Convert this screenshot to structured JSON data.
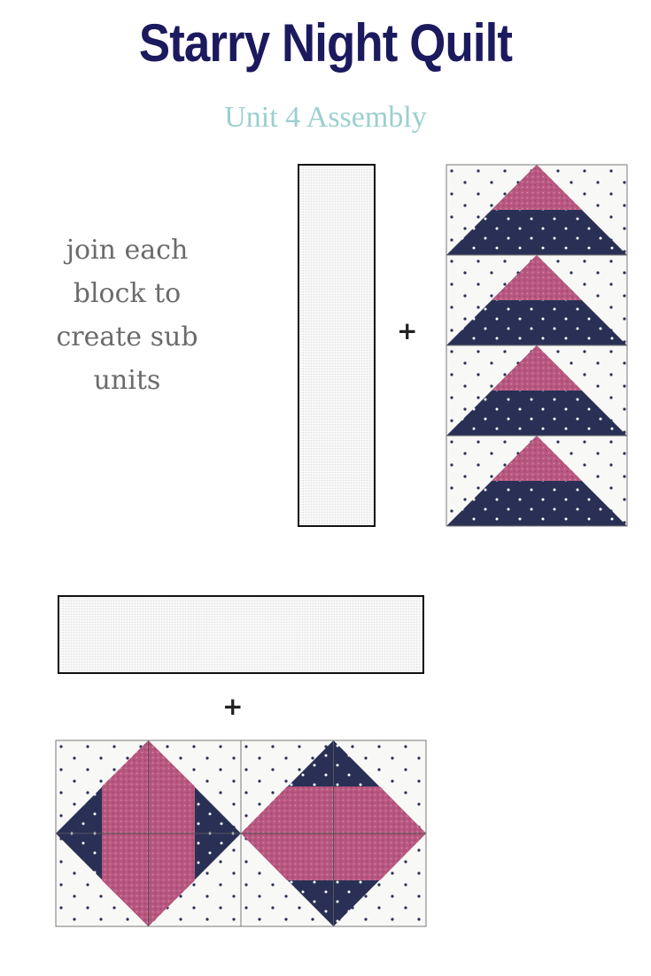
{
  "title": "Starry Night Quilt",
  "subtitle": "Unit 4 Assembly",
  "instruction": "join each block to create sub units",
  "plus_symbol": "+",
  "colors": {
    "title": "#1c1a5e",
    "subtitle": "#9ccfcf",
    "navy_fabric": "#2a3055",
    "pink_fabric": "#b8577f",
    "background_fabric": "#f8f8f6",
    "dot": "#2a3055"
  }
}
